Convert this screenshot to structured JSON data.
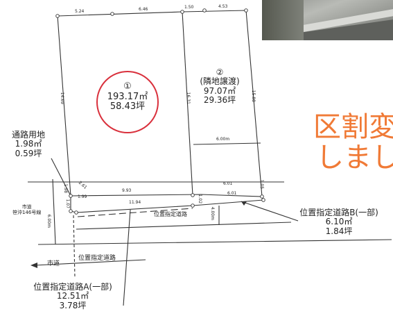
{
  "lot1": {
    "num": "①",
    "area_m2": "193.17㎡",
    "area_tsubo": "58.43坪"
  },
  "lot2": {
    "num": "②",
    "note": "(隣地譲渡)",
    "area_m2": "97.07㎡",
    "area_tsubo": "29.36坪"
  },
  "passage": {
    "title": "通路用地",
    "area_m2": "1.98㎡",
    "area_tsubo": "0.59坪"
  },
  "road_a": {
    "title": "位置指定道路A(一部)",
    "area_m2": "12.51㎡",
    "area_tsubo": "3.78坪"
  },
  "road_b": {
    "title": "位置指定道路B(一部)",
    "area_m2": "6.10㎡",
    "area_tsubo": "1.84坪"
  },
  "overlay_text": {
    "line1": "区割変",
    "line2": "しまし"
  },
  "dimensions": {
    "top_1": "5.24",
    "top_2": "6.46",
    "top_3": "1.50",
    "top_4": "4.53",
    "left_side": "14.69",
    "mid_side": "16.31",
    "right_side": "15.88",
    "lot2_width": "6.00m",
    "bottom_1": "9.93",
    "bottom_2": "6.01",
    "bottom_3": "6.01",
    "road_a_len": "11.94",
    "passage_w": "2.61",
    "passage_h": "1.98",
    "small_1": "1.99",
    "small_2": "1.02",
    "small_3": "1.07",
    "small_4": "1.05",
    "road_width": "4.00m",
    "city_road_width": "6.00m"
  },
  "streets": {
    "city_road": "市道",
    "city_road_name": "笹沖146号線",
    "city_road_bottom": "市道",
    "designated_road": "位置指定道路",
    "designated_road_bottom": "位置指定道路"
  },
  "colors": {
    "lot1_circle": "#d9303c",
    "overlay": "#f07a36",
    "line": "#333333"
  }
}
